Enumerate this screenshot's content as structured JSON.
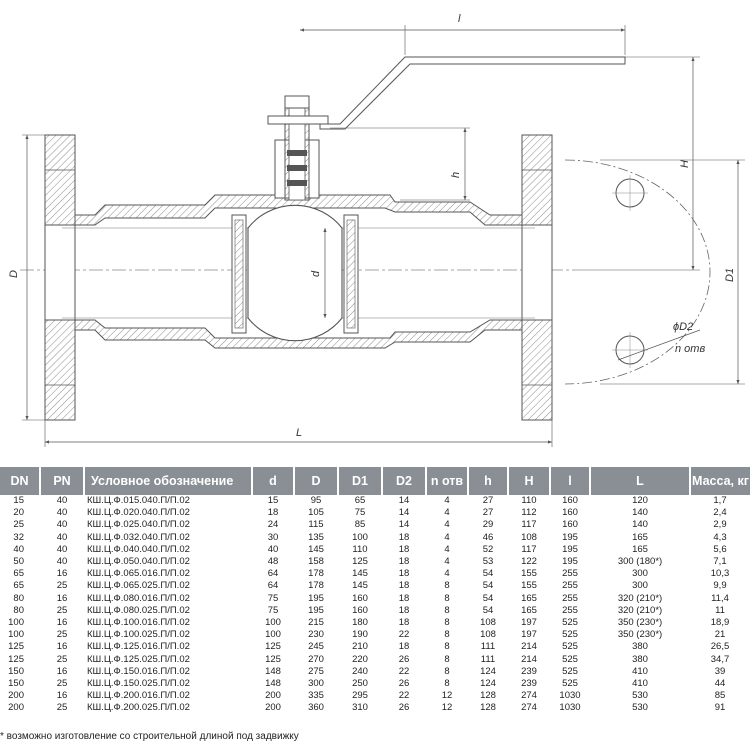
{
  "drawing": {
    "dim_labels": {
      "handle_length": "l",
      "body_length": "L",
      "outer_diameter": "D",
      "bore": "d",
      "stem_height": "h",
      "total_height": "H",
      "bolt_circle": "D1",
      "bolt_hole": "ϕD2",
      "bolt_count": "n отв"
    }
  },
  "table": {
    "columns": [
      "DN",
      "PN",
      "Условное обозначение",
      "d",
      "D",
      "D1",
      "D2",
      "n отв",
      "h",
      "H",
      "l",
      "L",
      "Масса, кг"
    ],
    "rows": [
      [
        "15",
        "40",
        "КШ.Ц.Ф.015.040.П/П.02",
        "15",
        "95",
        "65",
        "14",
        "4",
        "27",
        "110",
        "160",
        "120",
        "1,7"
      ],
      [
        "20",
        "40",
        "КШ.Ц.Ф.020.040.П/П.02",
        "18",
        "105",
        "75",
        "14",
        "4",
        "27",
        "112",
        "160",
        "140",
        "2,4"
      ],
      [
        "25",
        "40",
        "КШ.Ц.Ф.025.040.П/П.02",
        "24",
        "115",
        "85",
        "14",
        "4",
        "29",
        "117",
        "160",
        "140",
        "2,9"
      ],
      [
        "32",
        "40",
        "КШ.Ц.Ф.032.040.П/П.02",
        "30",
        "135",
        "100",
        "18",
        "4",
        "46",
        "108",
        "195",
        "165",
        "4,3"
      ],
      [
        "40",
        "40",
        "КШ.Ц.Ф.040.040.П/П.02",
        "40",
        "145",
        "110",
        "18",
        "4",
        "52",
        "117",
        "195",
        "165",
        "5,6"
      ],
      [
        "50",
        "40",
        "КШ.Ц.Ф.050.040.П/П.02",
        "48",
        "158",
        "125",
        "18",
        "4",
        "53",
        "122",
        "195",
        "300 (180*)",
        "7,1"
      ],
      [
        "65",
        "16",
        "КШ.Ц.Ф.065.016.П/П.02",
        "64",
        "178",
        "145",
        "18",
        "4",
        "54",
        "155",
        "255",
        "300",
        "10,3"
      ],
      [
        "65",
        "25",
        "КШ.Ц.Ф.065.025.П/П.02",
        "64",
        "178",
        "145",
        "18",
        "8",
        "54",
        "155",
        "255",
        "300",
        "9,9"
      ],
      [
        "80",
        "16",
        "КШ.Ц.Ф.080.016.П/П.02",
        "75",
        "195",
        "160",
        "18",
        "8",
        "54",
        "165",
        "255",
        "320 (210*)",
        "11,4"
      ],
      [
        "80",
        "25",
        "КШ.Ц.Ф.080.025.П/П.02",
        "75",
        "195",
        "160",
        "18",
        "8",
        "54",
        "165",
        "255",
        "320 (210*)",
        "11"
      ],
      [
        "100",
        "16",
        "КШ.Ц.Ф.100.016.П/П.02",
        "100",
        "215",
        "180",
        "18",
        "8",
        "108",
        "197",
        "525",
        "350 (230*)",
        "18,9"
      ],
      [
        "100",
        "25",
        "КШ.Ц.Ф.100.025.П/П.02",
        "100",
        "230",
        "190",
        "22",
        "8",
        "108",
        "197",
        "525",
        "350 (230*)",
        "21"
      ],
      [
        "125",
        "16",
        "КШ.Ц.Ф.125.016.П/П.02",
        "125",
        "245",
        "210",
        "18",
        "8",
        "111",
        "214",
        "525",
        "380",
        "26,5"
      ],
      [
        "125",
        "25",
        "КШ.Ц.Ф.125.025.П/П.02",
        "125",
        "270",
        "220",
        "26",
        "8",
        "111",
        "214",
        "525",
        "380",
        "34,7"
      ],
      [
        "150",
        "16",
        "КШ.Ц.Ф.150.016.П/П.02",
        "148",
        "275",
        "240",
        "22",
        "8",
        "124",
        "239",
        "525",
        "410",
        "39"
      ],
      [
        "150",
        "25",
        "КШ.Ц.Ф.150.025.П/П.02",
        "148",
        "300",
        "250",
        "26",
        "8",
        "124",
        "239",
        "525",
        "410",
        "44"
      ],
      [
        "200",
        "16",
        "КШ.Ц.Ф.200.016.П/П.02",
        "200",
        "335",
        "295",
        "22",
        "12",
        "128",
        "274",
        "1030",
        "530",
        "85"
      ],
      [
        "200",
        "25",
        "КШ.Ц.Ф.200.025.П/П.02",
        "200",
        "360",
        "310",
        "26",
        "12",
        "128",
        "274",
        "1030",
        "530",
        "91"
      ]
    ],
    "footnote": "* возможно изготовление со строительной длиной под задвижку"
  },
  "colors": {
    "header_bg": "#8a8f95",
    "line": "#555555",
    "hatch": "#8c8c8c"
  }
}
